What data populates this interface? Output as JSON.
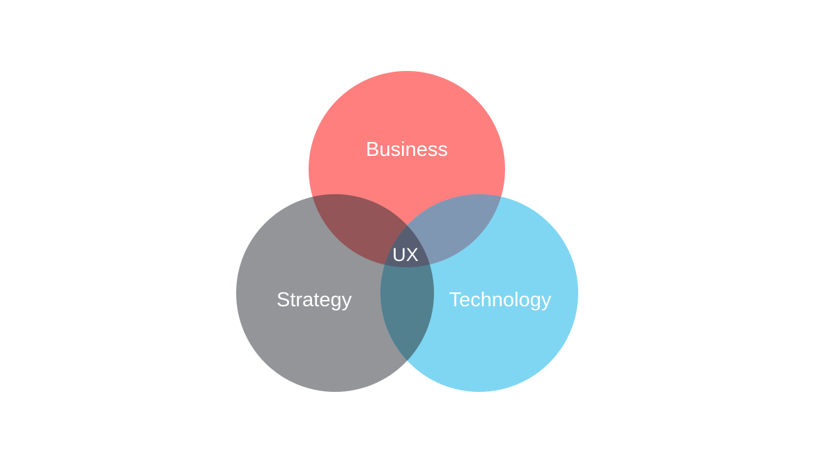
{
  "diagram": {
    "type": "venn",
    "center_label": "UX",
    "sets": [
      {
        "key": "business",
        "label": "Business",
        "color": "#FF7F7F"
      },
      {
        "key": "strategy",
        "label": "Strategy",
        "color": "#939598"
      },
      {
        "key": "technology",
        "label": "Technology",
        "color": "#7FD6F2"
      }
    ],
    "overlap_colors": {
      "business_strategy": "#935557",
      "business_technology": "#8097B3",
      "strategy_technology": "#52808F",
      "all": "#575E72"
    }
  }
}
